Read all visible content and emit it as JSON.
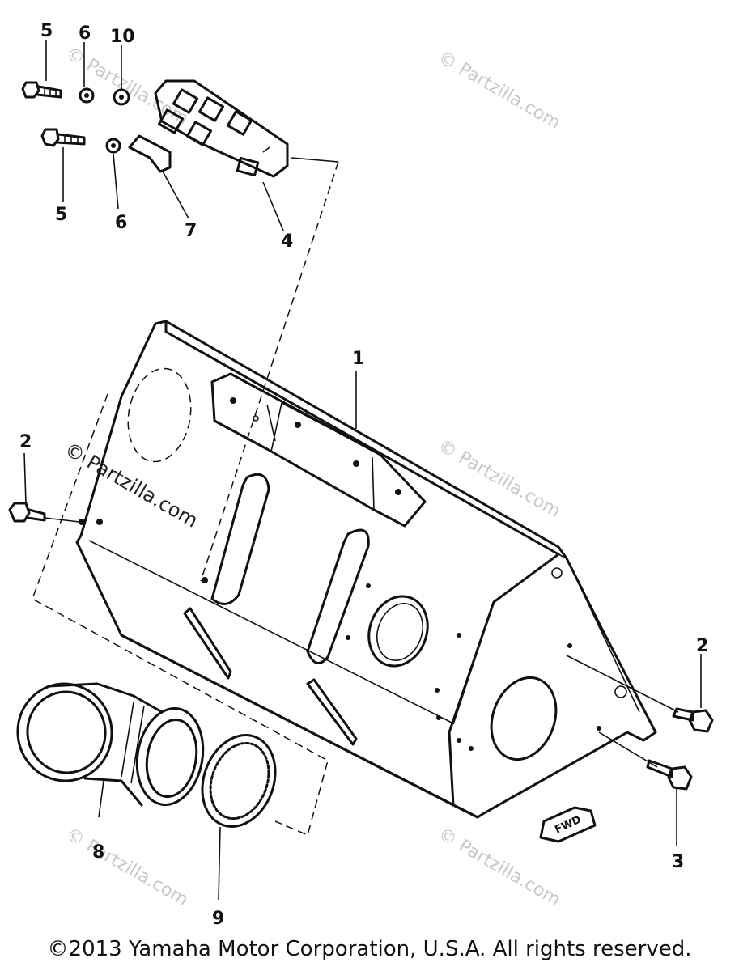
{
  "diagram": {
    "callouts": [
      {
        "id": "5a",
        "text": "5"
      },
      {
        "id": "6a",
        "text": "6"
      },
      {
        "id": "10",
        "text": "10"
      },
      {
        "id": "5b",
        "text": "5"
      },
      {
        "id": "6b",
        "text": "6"
      },
      {
        "id": "7",
        "text": "7"
      },
      {
        "id": "4",
        "text": "4"
      },
      {
        "id": "1",
        "text": "1"
      },
      {
        "id": "2a",
        "text": "2"
      },
      {
        "id": "2b",
        "text": "2"
      },
      {
        "id": "3",
        "text": "3"
      },
      {
        "id": "8",
        "text": "8"
      },
      {
        "id": "9",
        "text": "9"
      }
    ],
    "forward_arrow_label": "FWD",
    "watermark": "© Partzilla.com",
    "copyright": "©2013  Yamaha Motor Corporation, U.S.A. All rights reserved."
  }
}
